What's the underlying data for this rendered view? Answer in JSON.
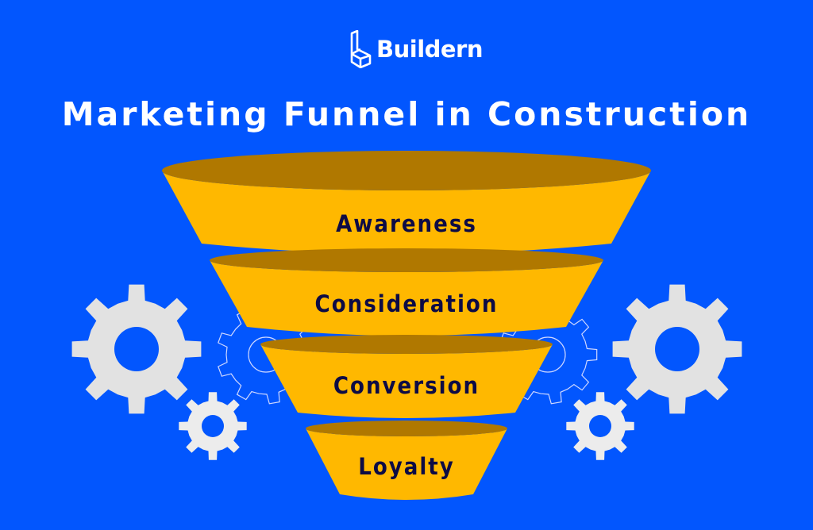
{
  "brand": {
    "name": "Buildern",
    "logo_icon": "building-outline-icon"
  },
  "title": "Marketing Funnel in Construction",
  "funnel": {
    "stages": [
      {
        "label": "Awareness"
      },
      {
        "label": "Consideration"
      },
      {
        "label": "Conversion"
      },
      {
        "label": "Loyalty"
      }
    ]
  },
  "colors": {
    "background": "#0256fe",
    "funnel": "#ffb800",
    "rim": "#b07800",
    "text": "#0d0b45",
    "gear": "#e2e2e2"
  }
}
